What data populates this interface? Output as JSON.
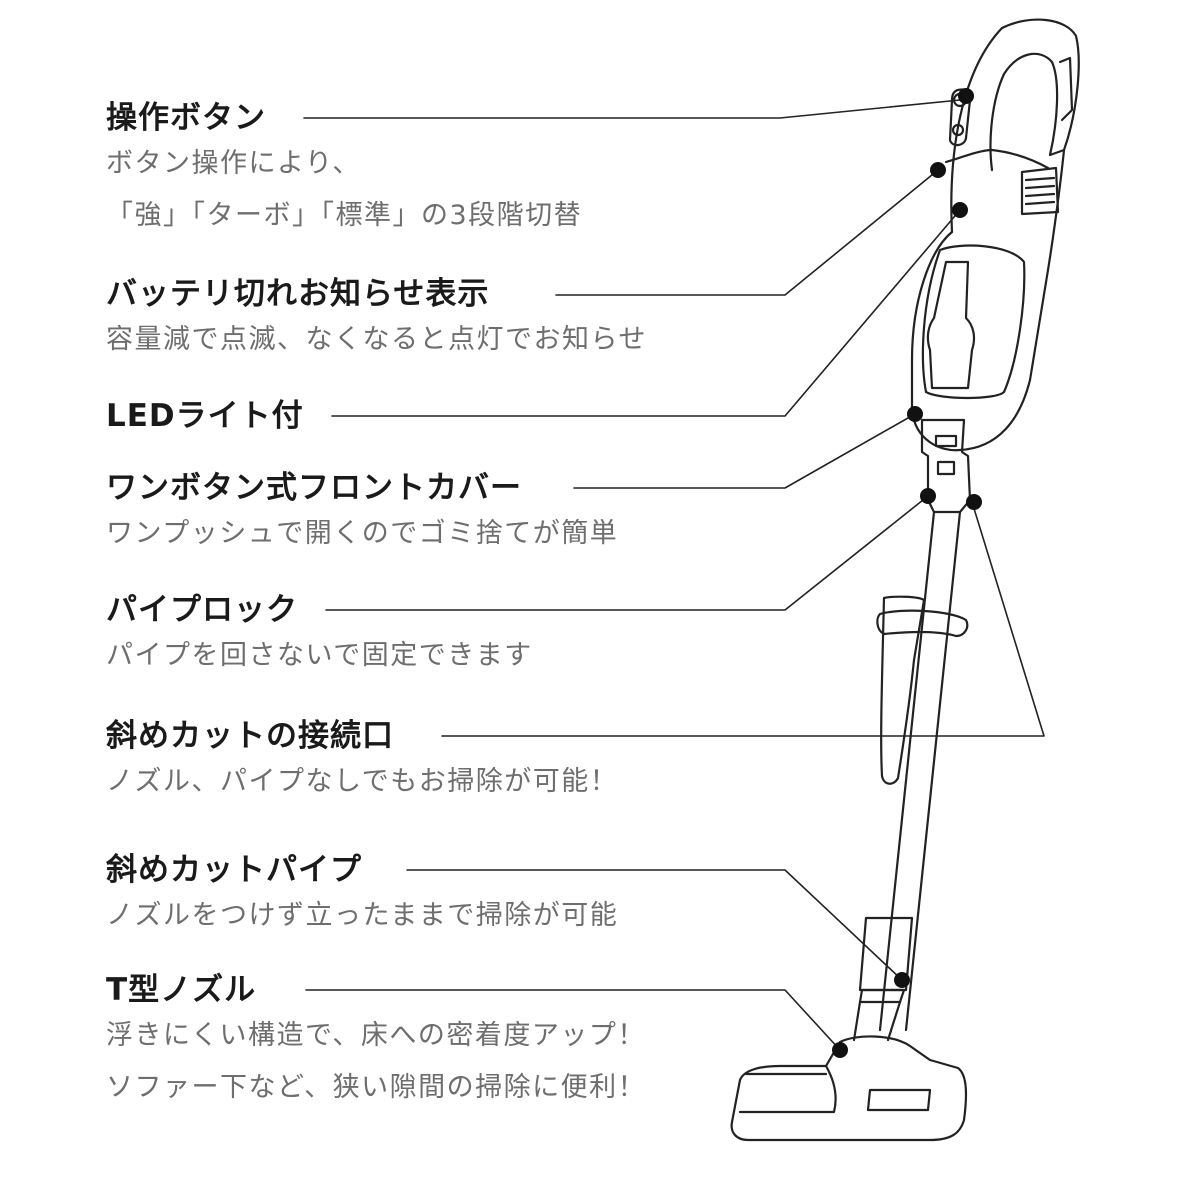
{
  "features": [
    {
      "id": "operation-button",
      "title": "操作ボタン",
      "desc": [
        "ボタン操作により、",
        "「強」「ターボ」「標準」の3段階切替"
      ]
    },
    {
      "id": "battery-indicator",
      "title": "バッテリ切れお知らせ表示",
      "desc": [
        "容量減で点滅、なくなると点灯でお知らせ"
      ]
    },
    {
      "id": "led-light",
      "title": "LEDライト付",
      "desc": []
    },
    {
      "id": "front-cover",
      "title": "ワンボタン式フロントカバー",
      "desc": [
        "ワンプッシュで開くのでゴミ捨てが簡単"
      ]
    },
    {
      "id": "pipe-lock",
      "title": "パイプロック",
      "desc": [
        "パイプを回さないで固定できます"
      ]
    },
    {
      "id": "angled-port",
      "title": "斜めカットの接続口",
      "desc": [
        "ノズル、パイプなしでもお掃除が可能！"
      ]
    },
    {
      "id": "angled-pipe",
      "title": "斜めカットパイプ",
      "desc": [
        "ノズルをつけず立ったままで掃除が可能"
      ]
    },
    {
      "id": "t-nozzle",
      "title": "T型ノズル",
      "desc": [
        "浮きにくい構造で、床への密着度アップ！",
        "ソファー下など、狭い隙間の掃除に便利！"
      ]
    }
  ],
  "colors": {
    "title": "#1a1a1a",
    "desc": "#6e6e6e",
    "line": "#222222",
    "background": "#ffffff"
  }
}
